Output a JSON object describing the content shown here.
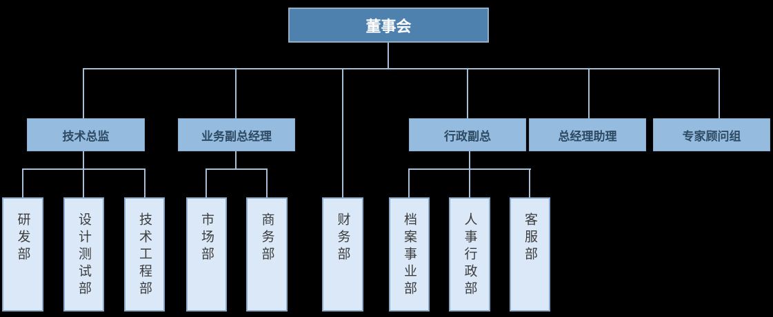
{
  "org": {
    "root": {
      "label": "董事会"
    },
    "managers": [
      {
        "label": "技术总监"
      },
      {
        "label": "业务副总经理"
      },
      {
        "label": "行政副总"
      },
      {
        "label": "总经理助理"
      },
      {
        "label": "专家顾问组"
      }
    ],
    "departments": [
      {
        "label": "研发部",
        "parent": "技术总监"
      },
      {
        "label": "设计测试部",
        "parent": "技术总监"
      },
      {
        "label": "技术工程部",
        "parent": "技术总监"
      },
      {
        "label": "市场部",
        "parent": "业务副总经理"
      },
      {
        "label": "商务部",
        "parent": "业务副总经理"
      },
      {
        "label": "财务部",
        "parent": "董事会"
      },
      {
        "label": "档案事业部",
        "parent": "行政副总"
      },
      {
        "label": "人事行政部",
        "parent": "行政副总"
      },
      {
        "label": "客服部",
        "parent": "行政副总"
      }
    ],
    "colors": {
      "background": "#000000",
      "line": "#a7c0d9",
      "root-fill": "#4e81ad",
      "root-border": "#8fafcb",
      "root-text": "#ffffff",
      "mid-fill": "#95bbdf",
      "mid-border": "#85acd2",
      "mid-text": "#2e4a63",
      "dept-fill": "#dae8f8",
      "dept-border": "#87aacd",
      "dept-text": "#3c3c3c"
    }
  }
}
